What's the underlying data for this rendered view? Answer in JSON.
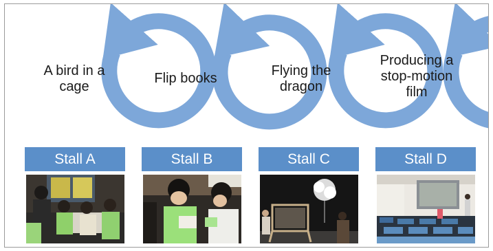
{
  "colors": {
    "arrow": "#7da7d9",
    "header_fill": "#5b8fc9",
    "header_text": "#ffffff",
    "label_text": "#1a1a1a",
    "frame_border": "#9a9a9a"
  },
  "stalls": [
    {
      "activity": "A bird in a cage",
      "activity_lines": [
        "A bird in a",
        "cage"
      ],
      "header": "Stall A",
      "photo": "children at a classroom activity table"
    },
    {
      "activity": "Flip books",
      "activity_lines": [
        "Flip books"
      ],
      "header": "Stall B",
      "photo": "children holding flip books"
    },
    {
      "activity": "Flying the dragon",
      "activity_lines": [
        "Flying the",
        "dragon"
      ],
      "header": "Stall C",
      "photo": "stage with hanging white dragon prop"
    },
    {
      "activity": "Producing a stop-motion film",
      "activity_lines": [
        "Producing a",
        "stop-motion",
        "film"
      ],
      "header": "Stall D",
      "photo": "audience seated in front of projection screen"
    }
  ]
}
